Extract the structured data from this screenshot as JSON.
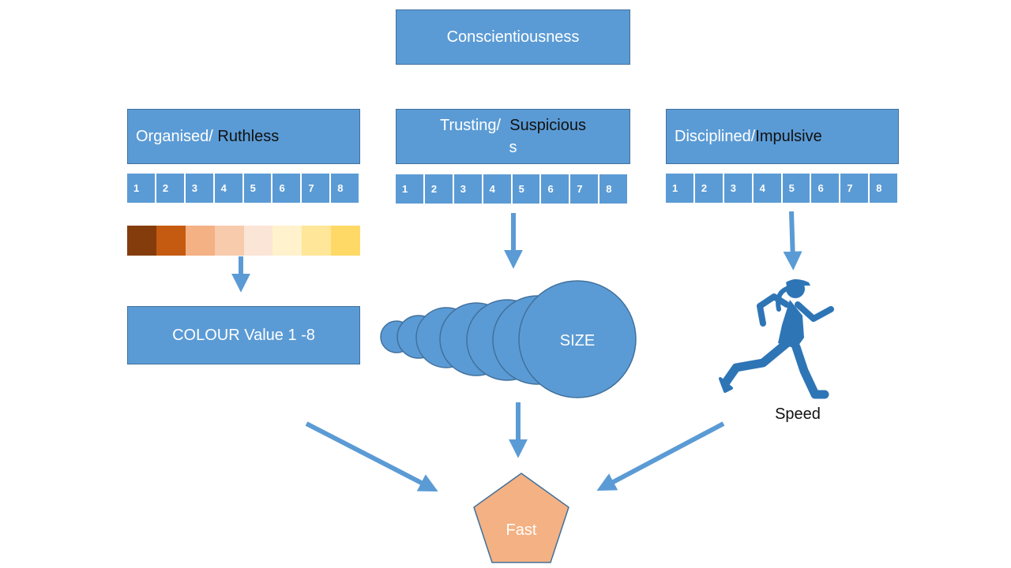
{
  "title": "Conscientiousness",
  "traits": {
    "left": {
      "part1": "Organised/ ",
      "part2": "Ruthless"
    },
    "middle": {
      "part1": "Trusting/ ",
      "part2": "Suspicious",
      "wrap": "s"
    },
    "right": {
      "part1": "Disciplined/",
      "part2": "Impulsive"
    }
  },
  "scale": [
    "1",
    "2",
    "3",
    "4",
    "5",
    "6",
    "7",
    "8"
  ],
  "colours": [
    "#843c0c",
    "#c55a11",
    "#f4b183",
    "#f8cbad",
    "#fbe5d6",
    "#fff2cc",
    "#ffe699",
    "#ffd966"
  ],
  "colour_box_label": "COLOUR Value 1 -8",
  "size_label": "SIZE",
  "speed_label": "Speed",
  "result_label": "Fast",
  "palette": {
    "box_blue": "#5b9bd5",
    "box_border": "#41719c",
    "pentagon": "#f4b183",
    "runner": "#2e75b6"
  }
}
